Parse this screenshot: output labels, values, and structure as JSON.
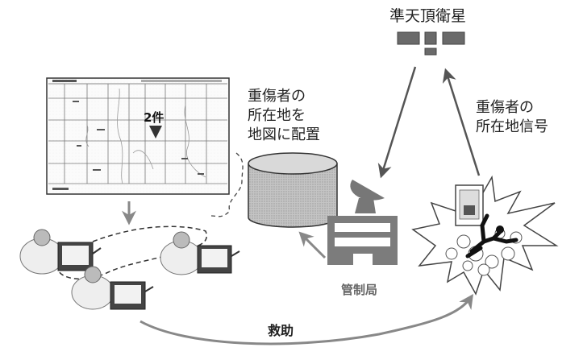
{
  "satellite": {
    "label": "準天頂衛星",
    "icon": "satellite-icon"
  },
  "map_screen": {
    "count_label": "2件",
    "marker_icon": "down-triangle-marker-icon"
  },
  "database": {
    "label_lines": [
      "重傷者の",
      "所在地を",
      "地図に配置"
    ],
    "icon": "database-cylinder-icon"
  },
  "signal": {
    "label_lines": [
      "重傷者の",
      "所在地信号"
    ]
  },
  "control_station": {
    "label": "管制局",
    "icon": "control-building-with-dish-icon"
  },
  "disaster_site": {
    "icon": "collapsed-building-victim-icon"
  },
  "rescuers": {
    "count": 3,
    "icon": "rescuer-with-tablet-icon"
  },
  "rescue": {
    "label": "救助"
  },
  "colors": {
    "ink": "#222222",
    "gray_fill": "#8a8a8a",
    "light_fill": "#c8c8c8",
    "label_gray": "#666666"
  }
}
